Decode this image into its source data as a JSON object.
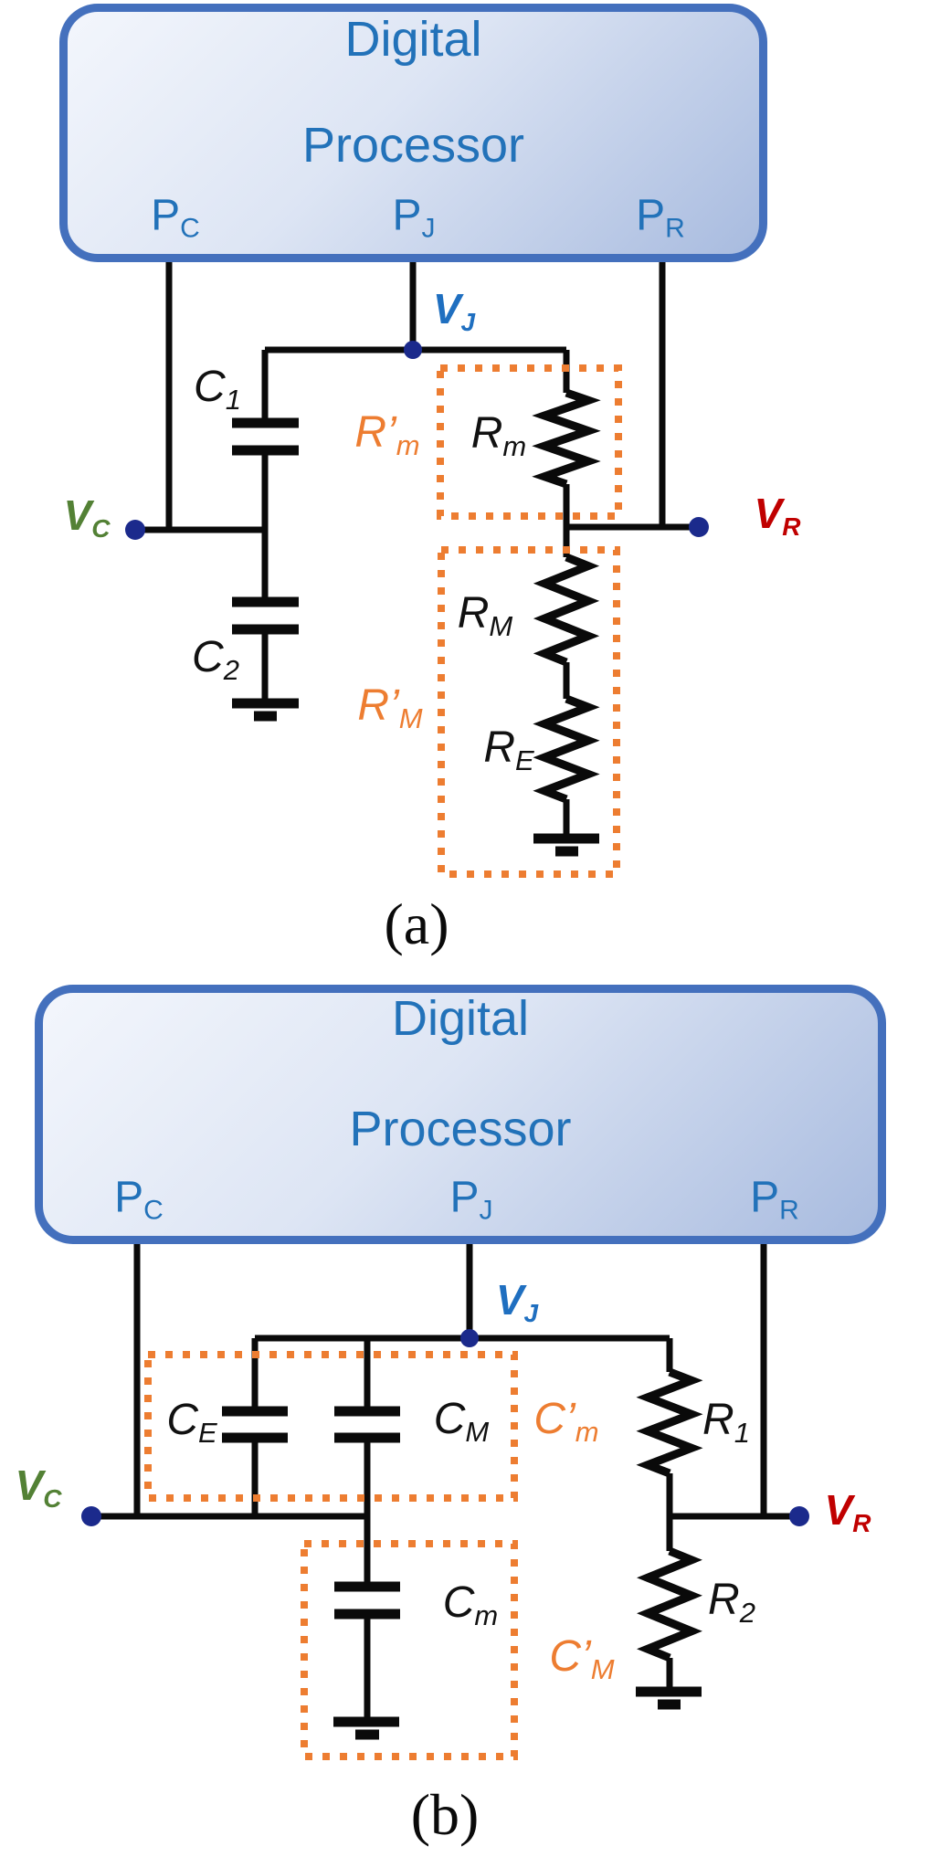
{
  "figure_a": {
    "processor": {
      "title_line1": "Digital",
      "title_line2": "Processor",
      "pins": {
        "pc": {
          "main": "P",
          "sub": "C"
        },
        "pj": {
          "main": "P",
          "sub": "J"
        },
        "pr": {
          "main": "P",
          "sub": "R"
        }
      }
    },
    "nodes": {
      "vj": {
        "main": "V",
        "sub": "J"
      },
      "vc": {
        "main": "V",
        "sub": "C"
      },
      "vr": {
        "main": "V",
        "sub": "R"
      }
    },
    "components": {
      "c1": {
        "main": "C",
        "sub": "1"
      },
      "c2": {
        "main": "C",
        "sub": "2"
      },
      "rm": {
        "main": "R",
        "sub": "m"
      },
      "rM": {
        "main": "R",
        "sub": "M"
      },
      "re": {
        "main": "R",
        "sub": "E"
      }
    },
    "groups": {
      "rpm": {
        "main": "R’",
        "sub": "m"
      },
      "rpM": {
        "main": "R’",
        "sub": "M"
      }
    },
    "caption": "(a)"
  },
  "figure_b": {
    "processor": {
      "title_line1": "Digital",
      "title_line2": "Processor",
      "pins": {
        "pc": {
          "main": "P",
          "sub": "C"
        },
        "pj": {
          "main": "P",
          "sub": "J"
        },
        "pr": {
          "main": "P",
          "sub": "R"
        }
      }
    },
    "nodes": {
      "vj": {
        "main": "V",
        "sub": "J"
      },
      "vc": {
        "main": "V",
        "sub": "C"
      },
      "vr": {
        "main": "V",
        "sub": "R"
      }
    },
    "components": {
      "ce": {
        "main": "C",
        "sub": "E"
      },
      "cM": {
        "main": "C",
        "sub": "M"
      },
      "cm": {
        "main": "C",
        "sub": "m"
      },
      "r1": {
        "main": "R",
        "sub": "1"
      },
      "r2": {
        "main": "R",
        "sub": "2"
      }
    },
    "groups": {
      "cpm": {
        "main": "C’",
        "sub": "m"
      },
      "cpM": {
        "main": "C’",
        "sub": "M"
      }
    },
    "caption": "(b)"
  },
  "colors": {
    "wire_black": "#0a0a0a",
    "box_border_blue": "#4470bd",
    "box_text_blue": "#2272b9",
    "node_navy": "#1b2a8c",
    "vj_blue": "#1f6fc0",
    "vc_green": "#538135",
    "vr_red": "#c00000",
    "group_orange": "#ed7d31"
  }
}
